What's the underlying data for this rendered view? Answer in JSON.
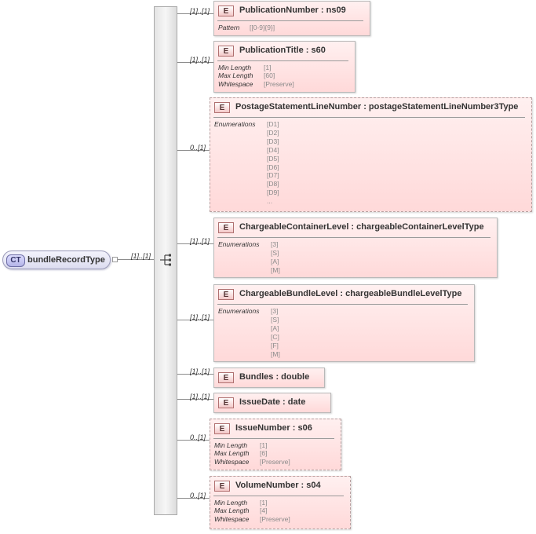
{
  "complex_type": {
    "badge": "CT",
    "name": "bundleRecordType"
  },
  "sequence": {
    "multiplicity": "[1]..[1]"
  },
  "elements": [
    {
      "badge": "E",
      "name": "PublicationNumber",
      "type": "ns09",
      "multiplicity": "[1]..[1]",
      "optional": false,
      "facets": [
        {
          "label": "Pattern",
          "value": "[[0-9]{9}]"
        }
      ]
    },
    {
      "badge": "E",
      "name": "PublicationTitle",
      "type": "s60",
      "multiplicity": "[1]..[1]",
      "optional": false,
      "facets": [
        {
          "label": "Min Length",
          "value": "[1]"
        },
        {
          "label": "Max Length",
          "value": "[60]"
        },
        {
          "label": "Whitespace",
          "value": "[Preserve]"
        }
      ]
    },
    {
      "badge": "E",
      "name": "PostageStatementLineNumber",
      "type": "postageStatementLineNumber3Type",
      "multiplicity": "0..[1]",
      "optional": true,
      "enum_label": "Enumerations",
      "enumerations": [
        "[D1]",
        "[D2]",
        "[D3]",
        "[D4]",
        "[D5]",
        "[D6]",
        "[D7]",
        "[D8]",
        "[D9]",
        "..."
      ]
    },
    {
      "badge": "E",
      "name": "ChargeableContainerLevel",
      "type": "chargeableContainerLevelType",
      "multiplicity": "[1]..[1]",
      "optional": false,
      "enum_label": "Enumerations",
      "enumerations": [
        "[3]",
        "[S]",
        "[A]",
        "[M]"
      ]
    },
    {
      "badge": "E",
      "name": "ChargeableBundleLevel",
      "type": "chargeableBundleLevelType",
      "multiplicity": "[1]..[1]",
      "optional": false,
      "enum_label": "Enumerations",
      "enumerations": [
        "[3]",
        "[S]",
        "[A]",
        "[C]",
        "[F]",
        "[M]"
      ]
    },
    {
      "badge": "E",
      "name": "Bundles",
      "type": "double",
      "multiplicity": "[1]..[1]",
      "optional": false
    },
    {
      "badge": "E",
      "name": "IssueDate",
      "type": "date",
      "multiplicity": "[1]..[1]",
      "optional": false
    },
    {
      "badge": "E",
      "name": "IssueNumber",
      "type": "s06",
      "multiplicity": "0..[1]",
      "optional": true,
      "facets": [
        {
          "label": "Min Length",
          "value": "[1]"
        },
        {
          "label": "Max Length",
          "value": "[6]"
        },
        {
          "label": "Whitespace",
          "value": "[Preserve]"
        }
      ]
    },
    {
      "badge": "E",
      "name": "VolumeNumber",
      "type": "s04",
      "multiplicity": "0..[1]",
      "optional": true,
      "facets": [
        {
          "label": "Min Length",
          "value": "[1]"
        },
        {
          "label": "Max Length",
          "value": "[4]"
        },
        {
          "label": "Whitespace",
          "value": "[Preserve]"
        }
      ]
    }
  ]
}
